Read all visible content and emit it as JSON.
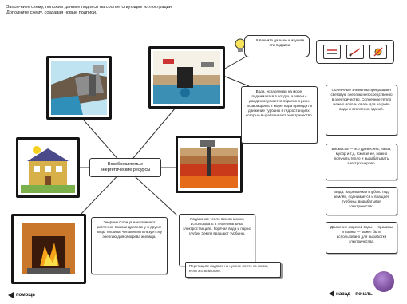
{
  "instructions": {
    "line1": "Запол-ните схему, положив данные подписи на соответствующие иллюстрации.",
    "line2": "Дополните схему, создавая новые подписи."
  },
  "center_label": "Возобновляемые энергетические ресурсы",
  "hint": "Щёлкните дальше и изучите эти подписи.",
  "boxes": {
    "water": "Вода, испаряемая на море, поднимается в воздух, а затем с дождём опускается обратно в реки. Возвращаясь в море, вода приводит в движение турбины в гидростанциях, которые вырабатывают электричество.",
    "solar": "Солнечные элементы превращают световую энергию непосредственно в электричество. Солнечное тепло можно использовать для нагрева воды и отопления зданий.",
    "biomass": "Биомасса — это древесина, навоз, мусор и т.д. Сжигая её, можно получать тепло и вырабатывать электроэнергию.",
    "geo": "Вода, нагреваемая глубоко под землёй, поднимается и вращает турбины, вырабатывая электричество.",
    "wind": "Движение морской воды — приливы и волны — может быть использовано для выработки электричества.",
    "fire": "Энергию Солнца накапливают растения. Сжигая древесину и другие виды топлива, человек использует эту энергию для обогрева жилища.",
    "ground": "Подземное тепло Земли можно использовать в геотермальных электростанциях. Горячая вода и пар из глубин Земли вращают турбины."
  },
  "tip": "Перетащите подпись на нужное место на схеме, если это возможно.",
  "footer": {
    "help": "помощь",
    "back": "назад",
    "print": "печать"
  },
  "colors": {
    "accent": "#5a2d7a",
    "frame": "#151515"
  }
}
